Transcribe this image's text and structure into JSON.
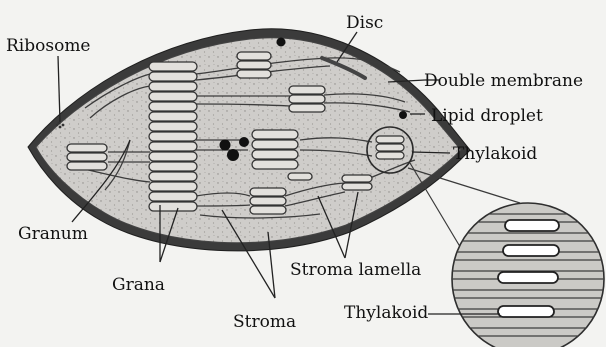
{
  "labels": {
    "ribosome": "Ribosome",
    "disc": "Disc",
    "double_membrane": "Double membrane",
    "lipid_droplet": "Lipid droplet",
    "thylakoid_upper": "Thylakoid",
    "granum": "Granum",
    "grana": "Grana",
    "stroma_lamella": "Stroma lamella",
    "stroma": "Stroma",
    "thylakoid_lower": "Thylakoid"
  }
}
